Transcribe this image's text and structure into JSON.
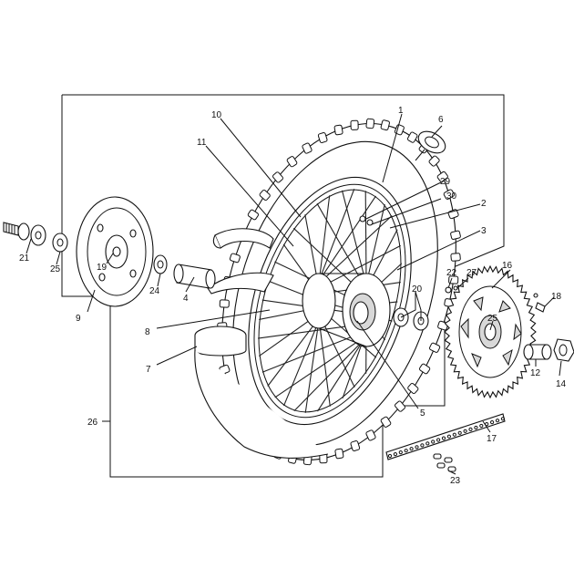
{
  "diagram": {
    "callouts": [
      "1",
      "2",
      "3",
      "4",
      "5",
      "6",
      "7",
      "8",
      "9",
      "10",
      "11",
      "12",
      "14",
      "16",
      "17",
      "18",
      "19",
      "20",
      "21",
      "22",
      "23",
      "24",
      "25",
      "25",
      "26",
      "27",
      "29",
      "30"
    ]
  }
}
